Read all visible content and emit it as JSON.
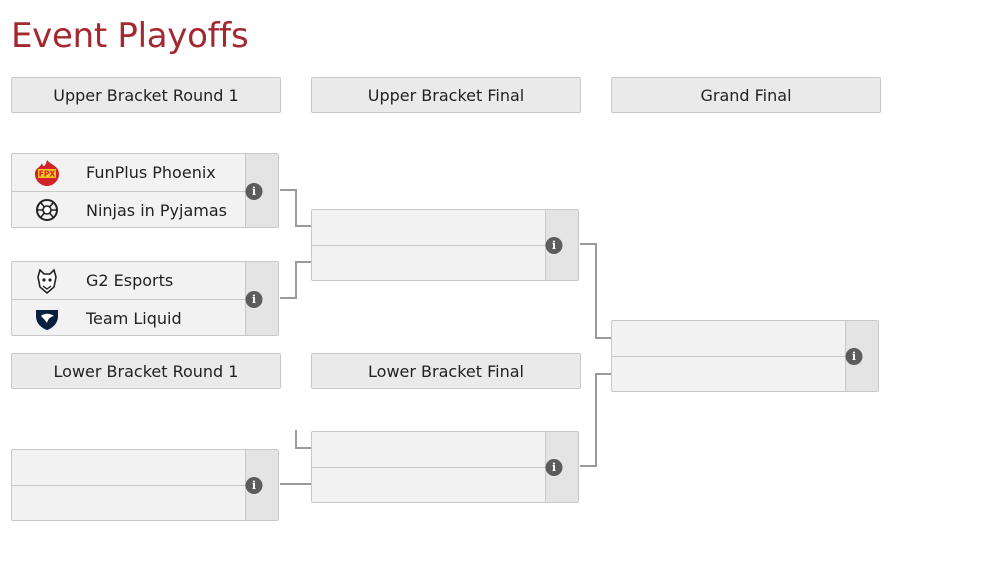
{
  "page": {
    "title": "Event Playoffs"
  },
  "rounds": {
    "ub_r1": "Upper Bracket Round 1",
    "ub_final": "Upper Bracket Final",
    "grand_final": "Grand Final",
    "lb_r1": "Lower Bracket Round 1",
    "lb_final": "Lower Bracket Final"
  },
  "matches": {
    "ub1_m1": {
      "team1": "FunPlus Phoenix",
      "team2": "Ninjas in Pyjamas",
      "logo1": "fpx-logo-icon",
      "logo2": "nip-logo-icon"
    },
    "ub1_m2": {
      "team1": "G2 Esports",
      "team2": "Team Liquid",
      "logo1": "g2-logo-icon",
      "logo2": "liquid-logo-icon"
    },
    "ub_final": {
      "team1": "",
      "team2": ""
    },
    "lb_r1": {
      "team1": "",
      "team2": ""
    },
    "lb_final": {
      "team1": "",
      "team2": ""
    },
    "grand_final": {
      "team1": "",
      "team2": ""
    }
  },
  "info_icon": "info-icon",
  "colors": {
    "title": "#a4282f",
    "connector": "#9a9a9a"
  }
}
